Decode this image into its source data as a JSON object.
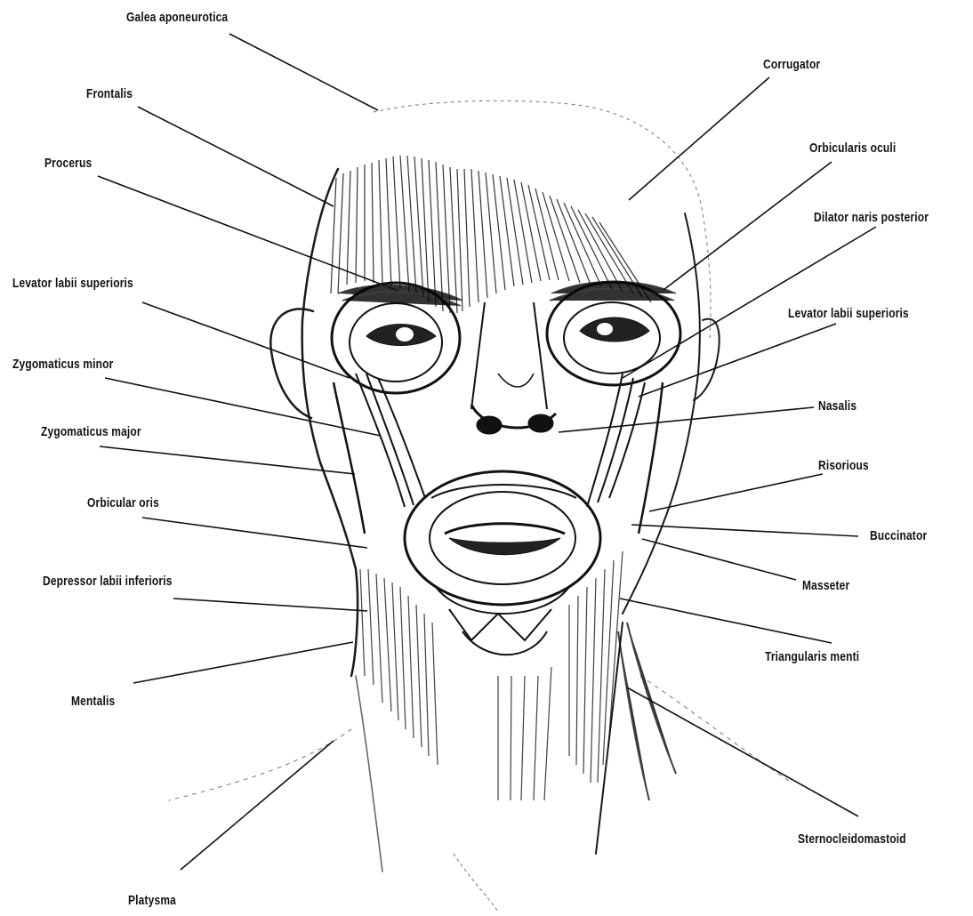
{
  "colors": {
    "ink": "#111111",
    "background": "#ffffff"
  },
  "labels": {
    "galea_aponeurotica": "Galea aponeurotica",
    "frontalis": "Frontalis",
    "procerus": "Procerus",
    "levator_labii_superioris_left": "Levator labii superioris",
    "zygomaticus_minor": "Zygomaticus minor",
    "zygomaticus_major": "Zygomaticus major",
    "orbicular_oris": "Orbicular oris",
    "depressor_labii_inferioris": "Depressor labii inferioris",
    "mentalis": "Mentalis",
    "platysma": "Platysma",
    "corrugator": "Corrugator",
    "orbicularis_oculi": "Orbicularis oculi",
    "dilator_naris_posterior": "Dilator naris posterior",
    "levator_labii_superioris_right": "Levator labii superioris",
    "nasalis": "Nasalis",
    "risorious": "Risorious",
    "buccinator": "Buccinator",
    "masseter": "Masseter",
    "triangularis_menti": "Triangularis menti",
    "sternocleidomastoid": "Sternocleidomastoid"
  }
}
